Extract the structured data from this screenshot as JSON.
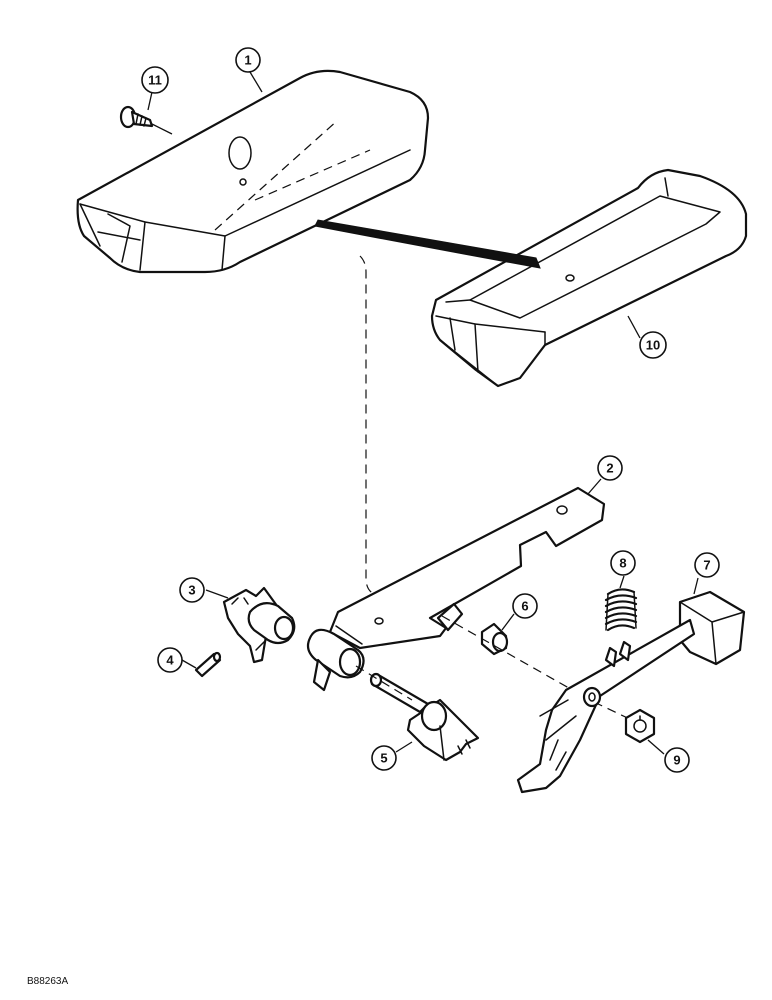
{
  "figure": {
    "id_label": "B88263A"
  },
  "callouts": [
    {
      "number": "1",
      "part": "armrest-pad"
    },
    {
      "number": "2",
      "part": "mounting-bracket"
    },
    {
      "number": "3",
      "part": "latch"
    },
    {
      "number": "4",
      "part": "roll-pin"
    },
    {
      "number": "5",
      "part": "pivot-shaft"
    },
    {
      "number": "6",
      "part": "spacer"
    },
    {
      "number": "7",
      "part": "lever"
    },
    {
      "number": "8",
      "part": "spring"
    },
    {
      "number": "9",
      "part": "nut"
    },
    {
      "number": "10",
      "part": "armrest-base"
    },
    {
      "number": "11",
      "part": "screw"
    }
  ],
  "colors": {
    "ink": "#111111",
    "paper": "#ffffff"
  }
}
